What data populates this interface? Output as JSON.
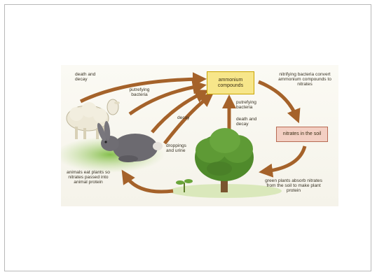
{
  "diagram": {
    "nodes": {
      "ammonium_compounds": "ammonium compounds",
      "nitrates_in_soil": "nitrates in the soil"
    },
    "labels": {
      "death_decay_top": "death and decay",
      "putrefying_bacteria_left": "putrefying bacteria",
      "decay": "decay",
      "droppings_urine": "droppings and urine",
      "putrefying_bacteria_right": "putrefying bacteria",
      "death_decay_right": "death and decay",
      "nitrifying_bacteria": "nitrifying bacteria convert ammonium compounds to nitrates",
      "animals_eat_plants": "animals eat plants so nitrates passed into animal protein",
      "green_plants_absorb": "green plants absorb nitrates from the soil to make plant protein"
    },
    "illustrations": [
      "sheep",
      "rabbit",
      "tree",
      "seedling"
    ],
    "colors": {
      "arrow": "#a5622a",
      "ammonium_box": "#f7e68a",
      "nitrates_box": "#f3cfc3",
      "grass": "#7cb342",
      "foliage": "#4f8a2b"
    }
  }
}
